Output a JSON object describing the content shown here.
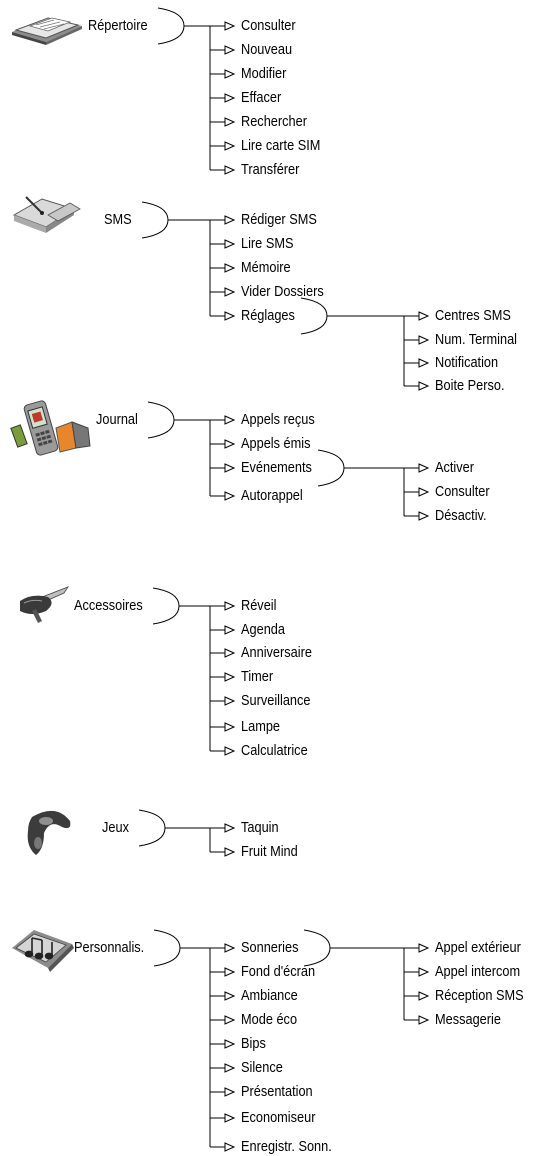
{
  "sections": [
    {
      "title": "Répertoire",
      "icon": "phonebook-icon",
      "items": [
        "Consulter",
        "Nouveau",
        "Modifier",
        "Effacer",
        "Rechercher",
        "Lire carte SIM",
        "Transférer"
      ],
      "subs": []
    },
    {
      "title": "SMS",
      "icon": "envelope-icon",
      "items": [
        "Rédiger SMS",
        "Lire SMS",
        "Mémoire",
        "Vider Dossiers",
        "Réglages"
      ],
      "subs": [
        {
          "parent": "Réglages",
          "items": [
            "Centres SMS",
            "Num. Terminal",
            "Notification",
            "Boite Perso."
          ]
        }
      ]
    },
    {
      "title": "Journal",
      "icon": "mobile-phone-icon",
      "items": [
        "Appels reçus",
        "Appels émis",
        "Evénements",
        "Autorappel"
      ],
      "subs": [
        {
          "parent": "Evénements",
          "items": [
            "Activer",
            "Consulter",
            "Désactiv."
          ]
        }
      ]
    },
    {
      "title": "Accessoires",
      "icon": "pocket-knife-icon",
      "items": [
        "Réveil",
        "Agenda",
        "Anniversaire",
        "Timer",
        "Surveillance",
        "Lampe",
        "Calculatrice"
      ],
      "subs": []
    },
    {
      "title": "Jeux",
      "icon": "game-controller-icon",
      "items": [
        "Taquin",
        "Fruit Mind"
      ],
      "subs": []
    },
    {
      "title": "Personnalis.",
      "icon": "music-notes-icon",
      "items": [
        "Sonneries",
        "Fond d'écran",
        "Ambiance",
        "Mode éco",
        "Bips",
        "Silence",
        "Présentation",
        "Economiseur",
        "Enregistr. Sonn."
      ],
      "subs": [
        {
          "parent": "Sonneries",
          "items": [
            "Appel extérieur",
            "Appel intercom",
            "Réception SMS",
            "Messagerie"
          ]
        }
      ]
    }
  ]
}
